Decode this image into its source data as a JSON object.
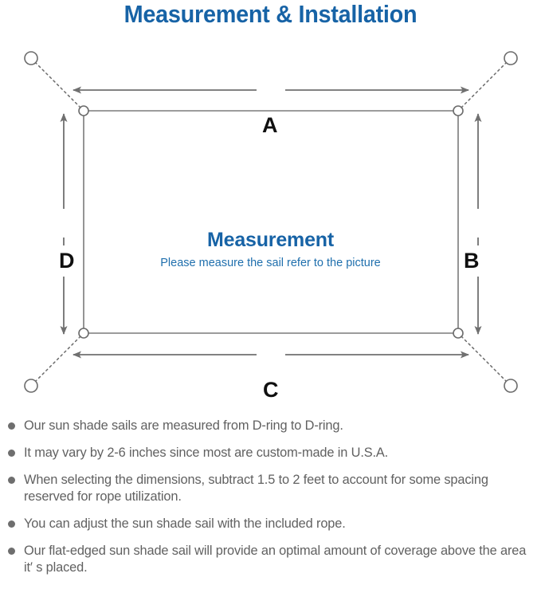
{
  "title": "Measurement & Installation",
  "diagram": {
    "center_heading": "Measurement",
    "center_subtitle": "Please measure the sail refer to the picture",
    "dimension_labels": {
      "top": "A",
      "right": "B",
      "bottom": "C",
      "left": "D"
    }
  },
  "notes": [
    "Our sun shade sails are measured from D-ring to D-ring.",
    "It may vary by 2-6 inches since most are custom-made in U.S.A.",
    "When selecting the dimensions, subtract 1.5 to 2 feet to account for some spacing reserved for rope utilization.",
    "You can adjust the sun shade sail with the included rope.",
    "Our flat-edged sun shade sail will provide an optimal amount of coverage above the area it′ s placed."
  ],
  "colors": {
    "title_blue": "#1763a6",
    "subtitle_blue": "#1f6fad",
    "note_gray": "#616161",
    "line_gray": "#707070",
    "label_black": "#101010"
  }
}
